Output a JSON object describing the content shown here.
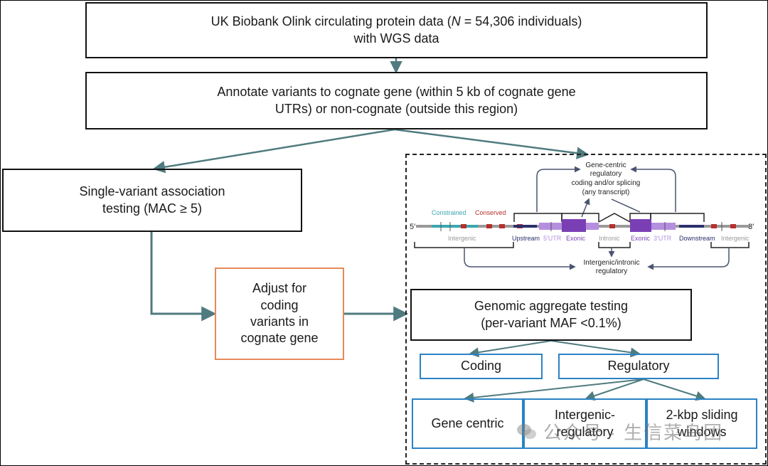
{
  "top_box": {
    "line1_pre": "UK Biobank Olink circulating protein data (",
    "line1_n": "N",
    "line1_post": " = 54,306 individuals)",
    "line2": "with WGS data"
  },
  "annotate_box": {
    "line1": "Annotate variants to cognate gene (within 5 kb of cognate gene",
    "line2": "UTRs) or non-cognate (outside this region)"
  },
  "single_variant_box": {
    "line1": "Single-variant association",
    "line2": "testing (MAC ≥ 5)"
  },
  "adjust_box": {
    "line1": "Adjust for",
    "line2": "coding",
    "line3": "variants in",
    "line4": "cognate gene"
  },
  "gene_diagram": {
    "five_prime": "5′",
    "three_prime": "3′",
    "constrained": "Constrained",
    "conserved": "Conserved",
    "intergenic_left": "Intergenic",
    "upstream": "Upstream",
    "utr5": "5′UTR",
    "exonic_left": "Exonic",
    "intronic": "Intronic",
    "exonic_right": "Exonic",
    "utr3": "3′UTR",
    "downstream": "Downstream",
    "intergenic_right": "Intergenic",
    "gene_centric_regulatory_1": "Gene-centric",
    "gene_centric_regulatory_2": "regulatory",
    "coding_splicing_1": "coding and/or splicing",
    "coding_splicing_2": "(any transcript)",
    "intergenic_intronic_1": "Intergenic/intronic",
    "intergenic_intronic_2": "regulatory"
  },
  "genomic_box": {
    "line1": "Genomic aggregate testing",
    "line2": "(per-variant MAF <0.1%)"
  },
  "coding_box": "Coding",
  "regulatory_box": "Regulatory",
  "gene_centric_box": "Gene centric",
  "intergenic_box": {
    "line1": "Intergenic-",
    "line2": "regulatory"
  },
  "sliding_box": {
    "line1": "2-kbp sliding",
    "line2": "windows"
  },
  "watermark": "公众号 · 生信菜鸟团",
  "colors": {
    "arrow": "#4f7b7f",
    "orange": "#e58a5a",
    "blue": "#2b83c5",
    "purple": "#7b3fb5",
    "purple_light": "#b58ee0",
    "teal": "#3aa7b0",
    "red": "#b5302c",
    "navy": "#2a2f6b"
  }
}
